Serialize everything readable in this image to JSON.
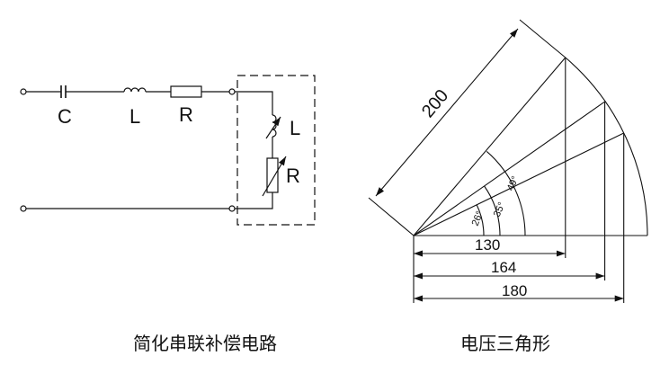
{
  "circuit": {
    "series_labels": [
      "C",
      "L",
      "R"
    ],
    "box_labels": [
      "L",
      "R"
    ],
    "caption": "简化串联补偿电路"
  },
  "triangle": {
    "hypotenuse": "200",
    "angles": [
      "26°",
      "35°",
      "49°"
    ],
    "dimensions": [
      "130",
      "164",
      "180"
    ],
    "caption": "电压三角形"
  }
}
